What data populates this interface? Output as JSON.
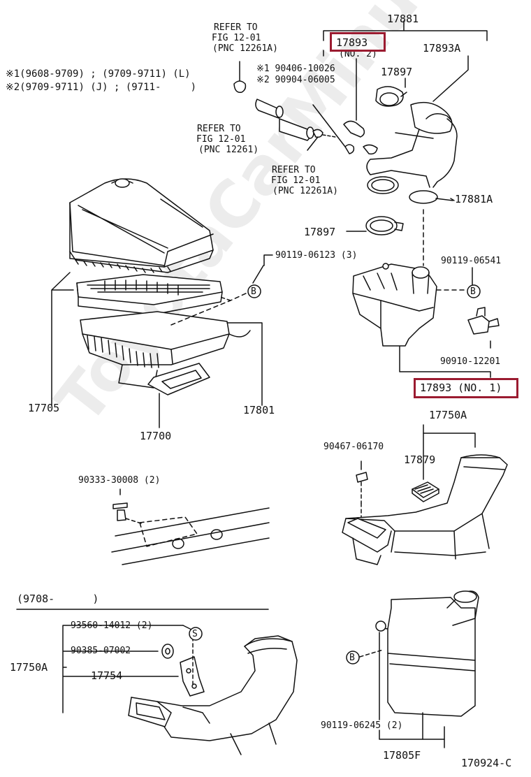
{
  "watermark": "ToyotaCarMinus.ru",
  "figure_code": "170924-C",
  "highlight_color": "#9b1b30",
  "refer_to": {
    "a": [
      "REFER TO",
      "FIG 12-01",
      "(PNC 12261A)"
    ],
    "b": [
      "REFER TO",
      "FIG 12-01",
      "(PNC 12261)"
    ],
    "c": [
      "REFER TO",
      "FIG 12-01",
      "(PNC 12261A)"
    ]
  },
  "date_notes": {
    "left_1": "※1(9608-9709) ; (9709-9711) (L)",
    "left_2": "※2(9709-9711) (J) ; (9711-     )",
    "right_1": "※1 90406-10026",
    "right_2": "※2 90904-06005"
  },
  "part_numbers": {
    "p17881": "17881",
    "p17893_no2_num": "17893",
    "p17893_no2_sub": "(NO. 2)",
    "p17893A": "17893A",
    "p17897_top": "17897",
    "p17881A": "17881A",
    "p17897_mid": "17897",
    "p90119_06123": "90119-06123 (3)",
    "p90119_06541": "90119-06541",
    "p90910_12201": "90910-12201",
    "p17893_no1": "17893 (NO. 1)",
    "p17705": "17705",
    "p17801": "17801",
    "p17700": "17700",
    "p17750A_top": "17750A",
    "p90467_06170": "90467-06170",
    "p17879": "17879",
    "p90333_30008": "90333-30008 (2)",
    "range_9708": "(9708-      )",
    "p93560_14012": "93560-14012 (2)",
    "p90385_07002": "90385-07002",
    "p17750A_bottom": "17750A",
    "p17754": "17754",
    "p90119_06245": "90119-06245 (2)",
    "p17805F": "17805F"
  },
  "callouts": {
    "b": "B",
    "s": "S"
  }
}
